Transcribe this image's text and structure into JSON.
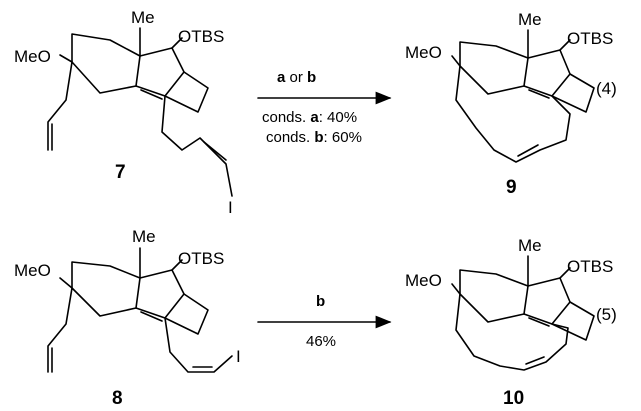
{
  "atoms": {
    "me": "Me",
    "otbs": "OTBS",
    "meo": "MeO",
    "iodine": "I"
  },
  "compounds": [
    "7",
    "9",
    "8",
    "10"
  ],
  "reaction_4": {
    "above_arrow_a": "a",
    "above_arrow_or": " or ",
    "above_arrow_b": "b",
    "cond_a_prefix": "conds. ",
    "cond_a_key": "a",
    "cond_a_value": ": 40%",
    "cond_b_prefix": "conds. ",
    "cond_b_key": "b",
    "cond_b_value": ": 60%",
    "equation_number": "(4)"
  },
  "reaction_5": {
    "above_arrow": "b",
    "below_arrow": "46%",
    "equation_number": "(5)"
  }
}
